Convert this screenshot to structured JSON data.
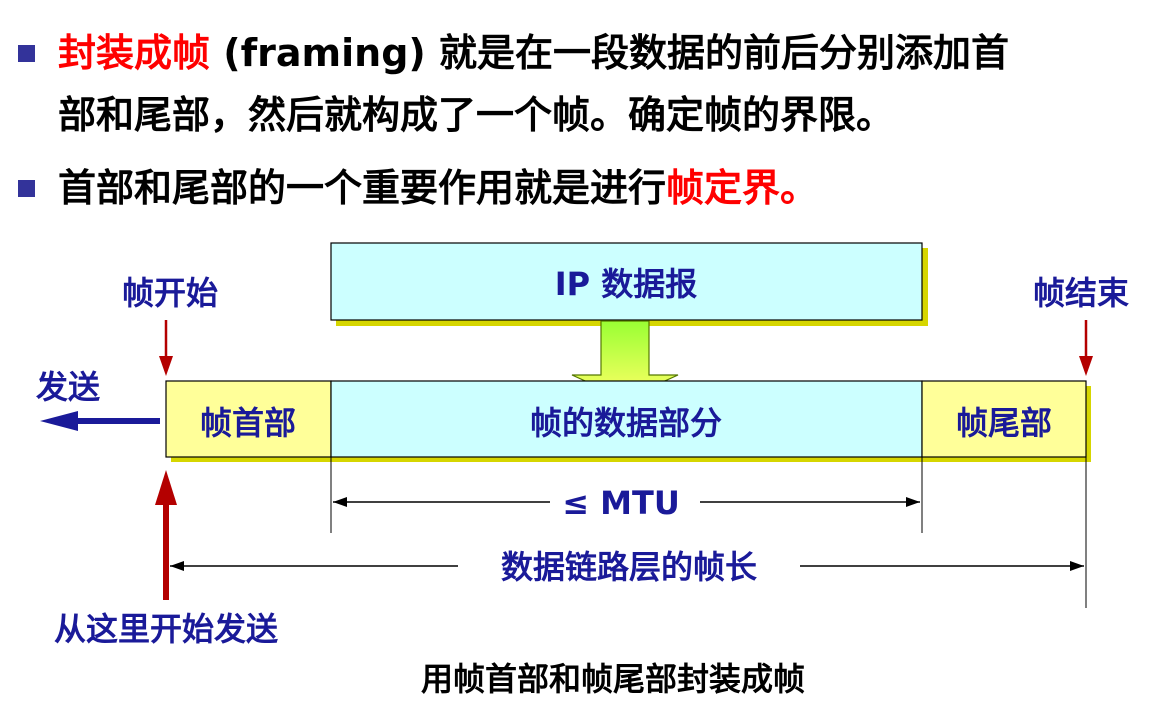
{
  "colors": {
    "text": "#000000",
    "accent_red": "#ff0000",
    "label_blue": "#1a1a99",
    "dark_red": "#b40000",
    "light_cyan": "#ccffff",
    "light_yellow": "#ffff99",
    "arrow_green_top": "#99ff33",
    "bullet_square": "#33339a"
  },
  "bullets": [
    {
      "highlight": "封装成帧",
      "line1_rest": " (framing) 就是在一段数据的前后分别添加首",
      "line2": "部和尾部，然后就构成了一个帧。确定帧的界限。"
    },
    {
      "text": "首部和尾部的一个重要作用就是进行",
      "highlight": "帧定界。"
    }
  ],
  "diagram": {
    "ip_datagram": "IP 数据报",
    "frame_start": "帧开始",
    "frame_end": "帧结束",
    "send": "发送",
    "frame_header": "帧首部",
    "frame_data": "帧的数据部分",
    "frame_trailer": "帧尾部",
    "mtu": "≤ MTU",
    "frame_length": "数据链路层的帧长",
    "send_from_here": "从这里开始发送",
    "caption": "用帧首部和帧尾部封装成帧"
  }
}
